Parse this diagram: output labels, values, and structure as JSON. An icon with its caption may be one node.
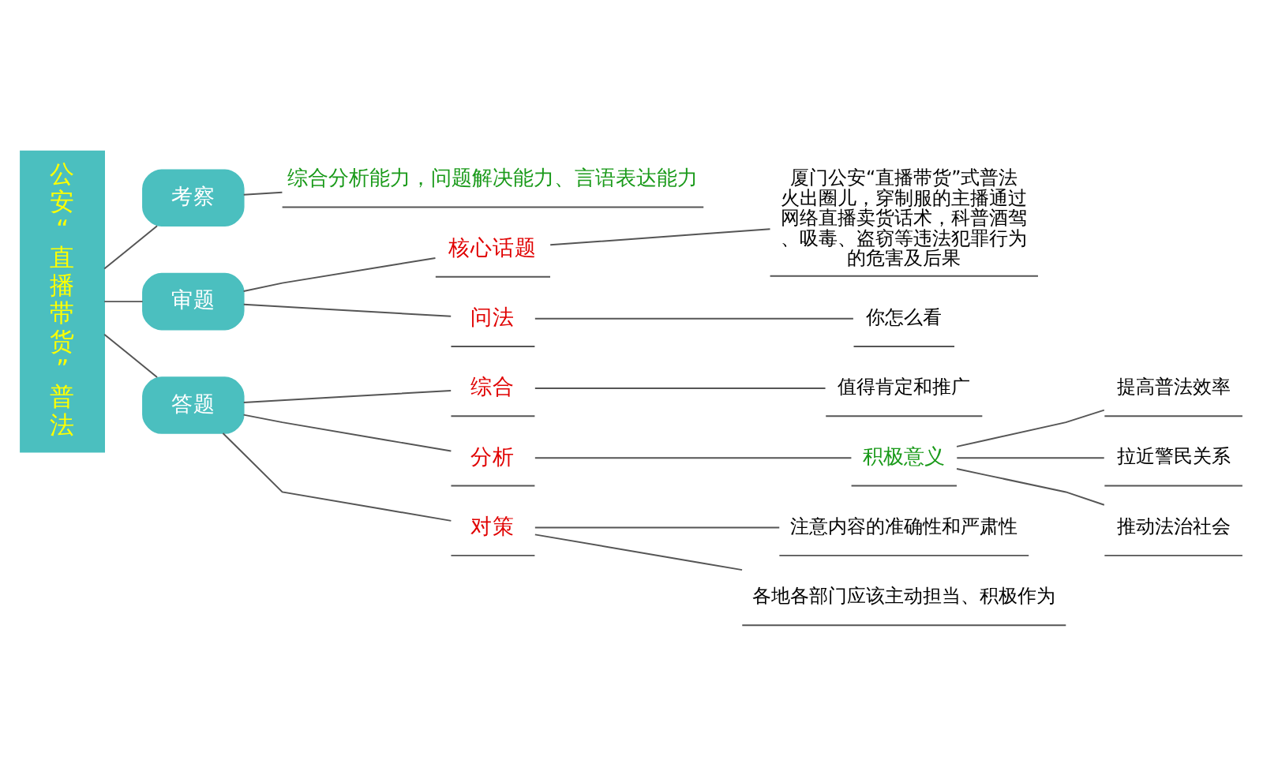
{
  "diagram": {
    "nodes": [
      {
        "text": [
          "公安“直播带货”普法"
        ]
      },
      {
        "text": [
          "考察"
        ]
      },
      {
        "text": [
          "综合分析能力，问题解决能力、言语表达能力"
        ]
      },
      {
        "text": [
          "审题"
        ]
      },
      {
        "text": [
          "核心话题"
        ]
      },
      {
        "text": [
          "厦门公安“直播带货”式普法火出圈儿，穿制服的主播通过网络直播卖货话术，科普酒驾、吸毒、盗窃等违法犯罪行为的危害及后果"
        ]
      },
      {
        "text": [
          "问法"
        ]
      },
      {
        "text": [
          "你怎么看"
        ]
      },
      {
        "text": [
          "答题"
        ]
      },
      {
        "text": [
          "综合"
        ]
      },
      {
        "text": [
          "值得肯定和推广"
        ]
      },
      {
        "text": [
          "分析"
        ]
      },
      {
        "text": [
          "积极意义"
        ]
      },
      {
        "text": [
          "提高普法效率"
        ]
      },
      {
        "text": [
          "拉近警民关系"
        ]
      },
      {
        "text": [
          "推动法治社会"
        ]
      },
      {
        "text": [
          "对策"
        ]
      },
      {
        "text": [
          "注意内容的准确性和严肃性"
        ]
      },
      {
        "text": [
          "各地各部门应该主动担当、积极作为"
        ]
      }
    ],
    "edges": [
      {
        "from": 0,
        "to": 1,
        "arrow": "none"
      },
      {
        "from": 1,
        "to": 2,
        "arrow": "none"
      },
      {
        "from": 0,
        "to": 3,
        "arrow": "none"
      },
      {
        "from": 3,
        "to": 4,
        "arrow": "none"
      },
      {
        "from": 4,
        "to": 5,
        "arrow": "none"
      },
      {
        "from": 3,
        "to": 6,
        "arrow": "none"
      },
      {
        "from": 6,
        "to": 7,
        "arrow": "none"
      },
      {
        "from": 0,
        "to": 8,
        "arrow": "none"
      },
      {
        "from": 8,
        "to": 9,
        "arrow": "none"
      },
      {
        "from": 9,
        "to": 10,
        "arrow": "none"
      },
      {
        "from": 8,
        "to": 11,
        "arrow": "none"
      },
      {
        "from": 11,
        "to": 12,
        "arrow": "none"
      },
      {
        "from": 12,
        "to": 13,
        "arrow": "none"
      },
      {
        "from": 12,
        "to": 14,
        "arrow": "none"
      },
      {
        "from": 12,
        "to": 15,
        "arrow": "none"
      },
      {
        "from": 8,
        "to": 16,
        "arrow": "none"
      },
      {
        "from": 16,
        "to": 17,
        "arrow": "none"
      },
      {
        "from": 16,
        "to": 18,
        "arrow": "none"
      }
    ]
  }
}
